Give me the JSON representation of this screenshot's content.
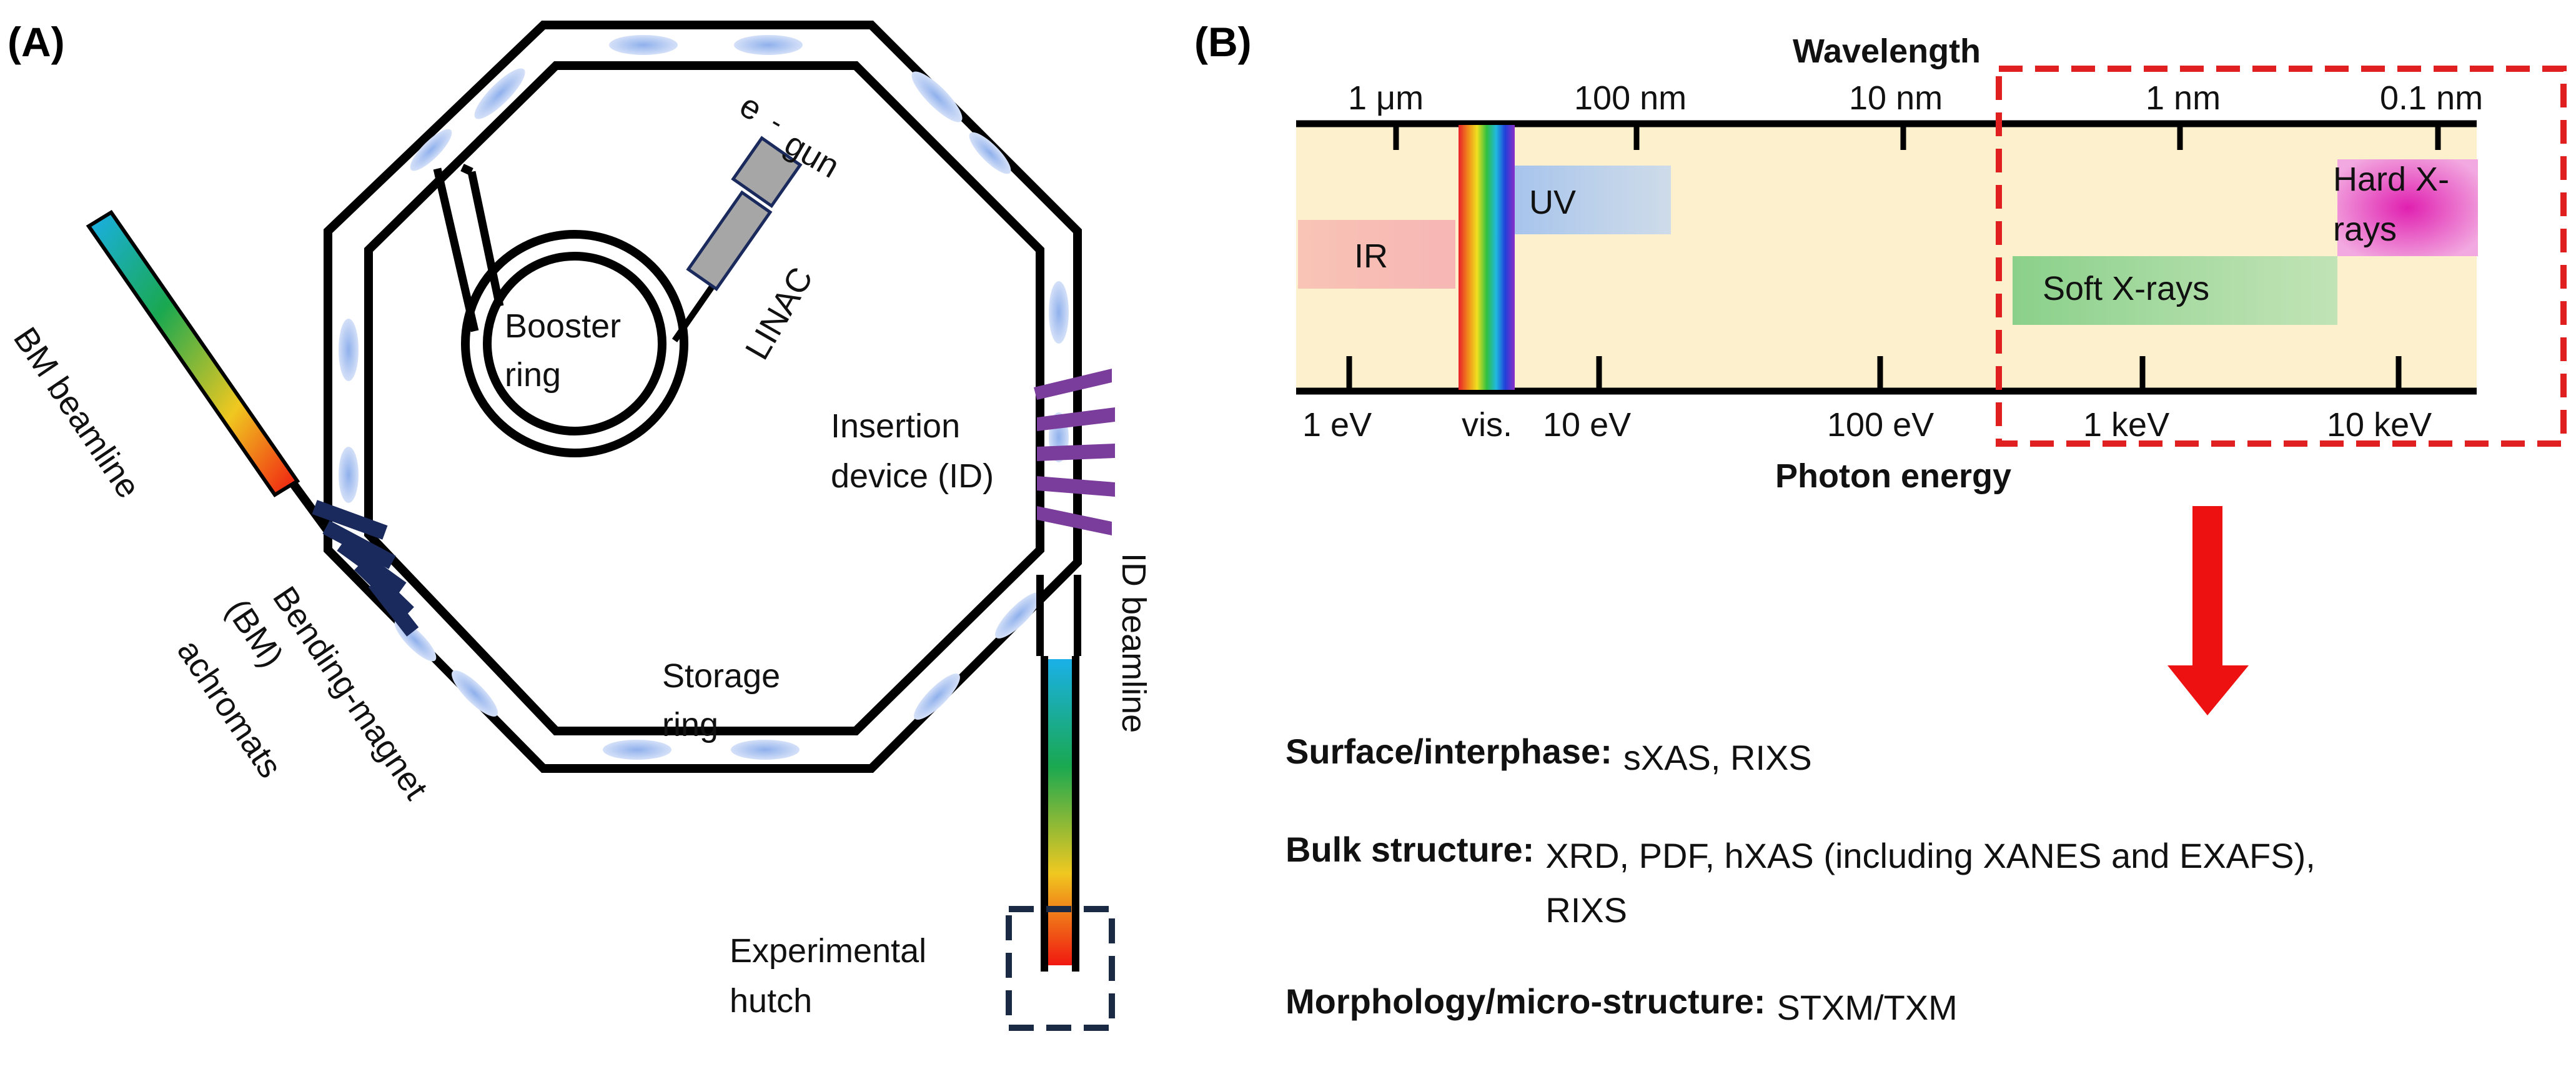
{
  "panel_a": {
    "label": "(A)",
    "electron_gun": {
      "symbol": "e",
      "superscript": "-",
      "word": "gun"
    },
    "linac": "LINAC",
    "booster_ring": [
      "Booster",
      "ring"
    ],
    "insertion_device": [
      "Insertion",
      "device (ID)"
    ],
    "storage_ring": [
      "Storage",
      "ring"
    ],
    "bm_beamline": "BM beamline",
    "bm_achromats": [
      "Bending-magnet",
      "(BM)",
      "achromats"
    ],
    "id_beamline": "ID beamline",
    "experimental_hutch": [
      "Experimental",
      "hutch"
    ],
    "colors": {
      "ring_stroke": "#000000",
      "electron_bunch": "#aec3ec",
      "bending_magnet": "#1b2a5c",
      "insertion_device": "#7b3d9c",
      "hutch_border": "#1b2a44"
    }
  },
  "panel_b": {
    "label": "(B)",
    "top_axis_title": "Wavelength",
    "bottom_axis_title": "Photon energy",
    "wavelength_ticks": [
      "1 μm",
      "100 nm",
      "10 nm",
      "1 nm",
      "0.1 nm"
    ],
    "energy_ticks": [
      "1 eV",
      "10 eV",
      "100 eV",
      "1 keV",
      "10 keV"
    ],
    "visible_label": "vis.",
    "bands": {
      "ir": "IR",
      "uv": "UV",
      "soft_xray": "Soft X-rays",
      "hard_xray": [
        "Hard X-",
        "rays"
      ]
    },
    "colors": {
      "spectrum_bg": "#fdf0cc",
      "highlight_box": "#e02020",
      "arrow": "#ee1111"
    }
  },
  "techniques": [
    {
      "heading": "Surface/interphase:",
      "methods": [
        "sXAS, RIXS"
      ]
    },
    {
      "heading": "Bulk structure:",
      "methods": [
        "XRD, PDF, hXAS (including XANES and EXAFS),",
        "RIXS"
      ]
    },
    {
      "heading": "Morphology/micro-structure:",
      "methods": [
        "STXM/TXM"
      ]
    }
  ]
}
